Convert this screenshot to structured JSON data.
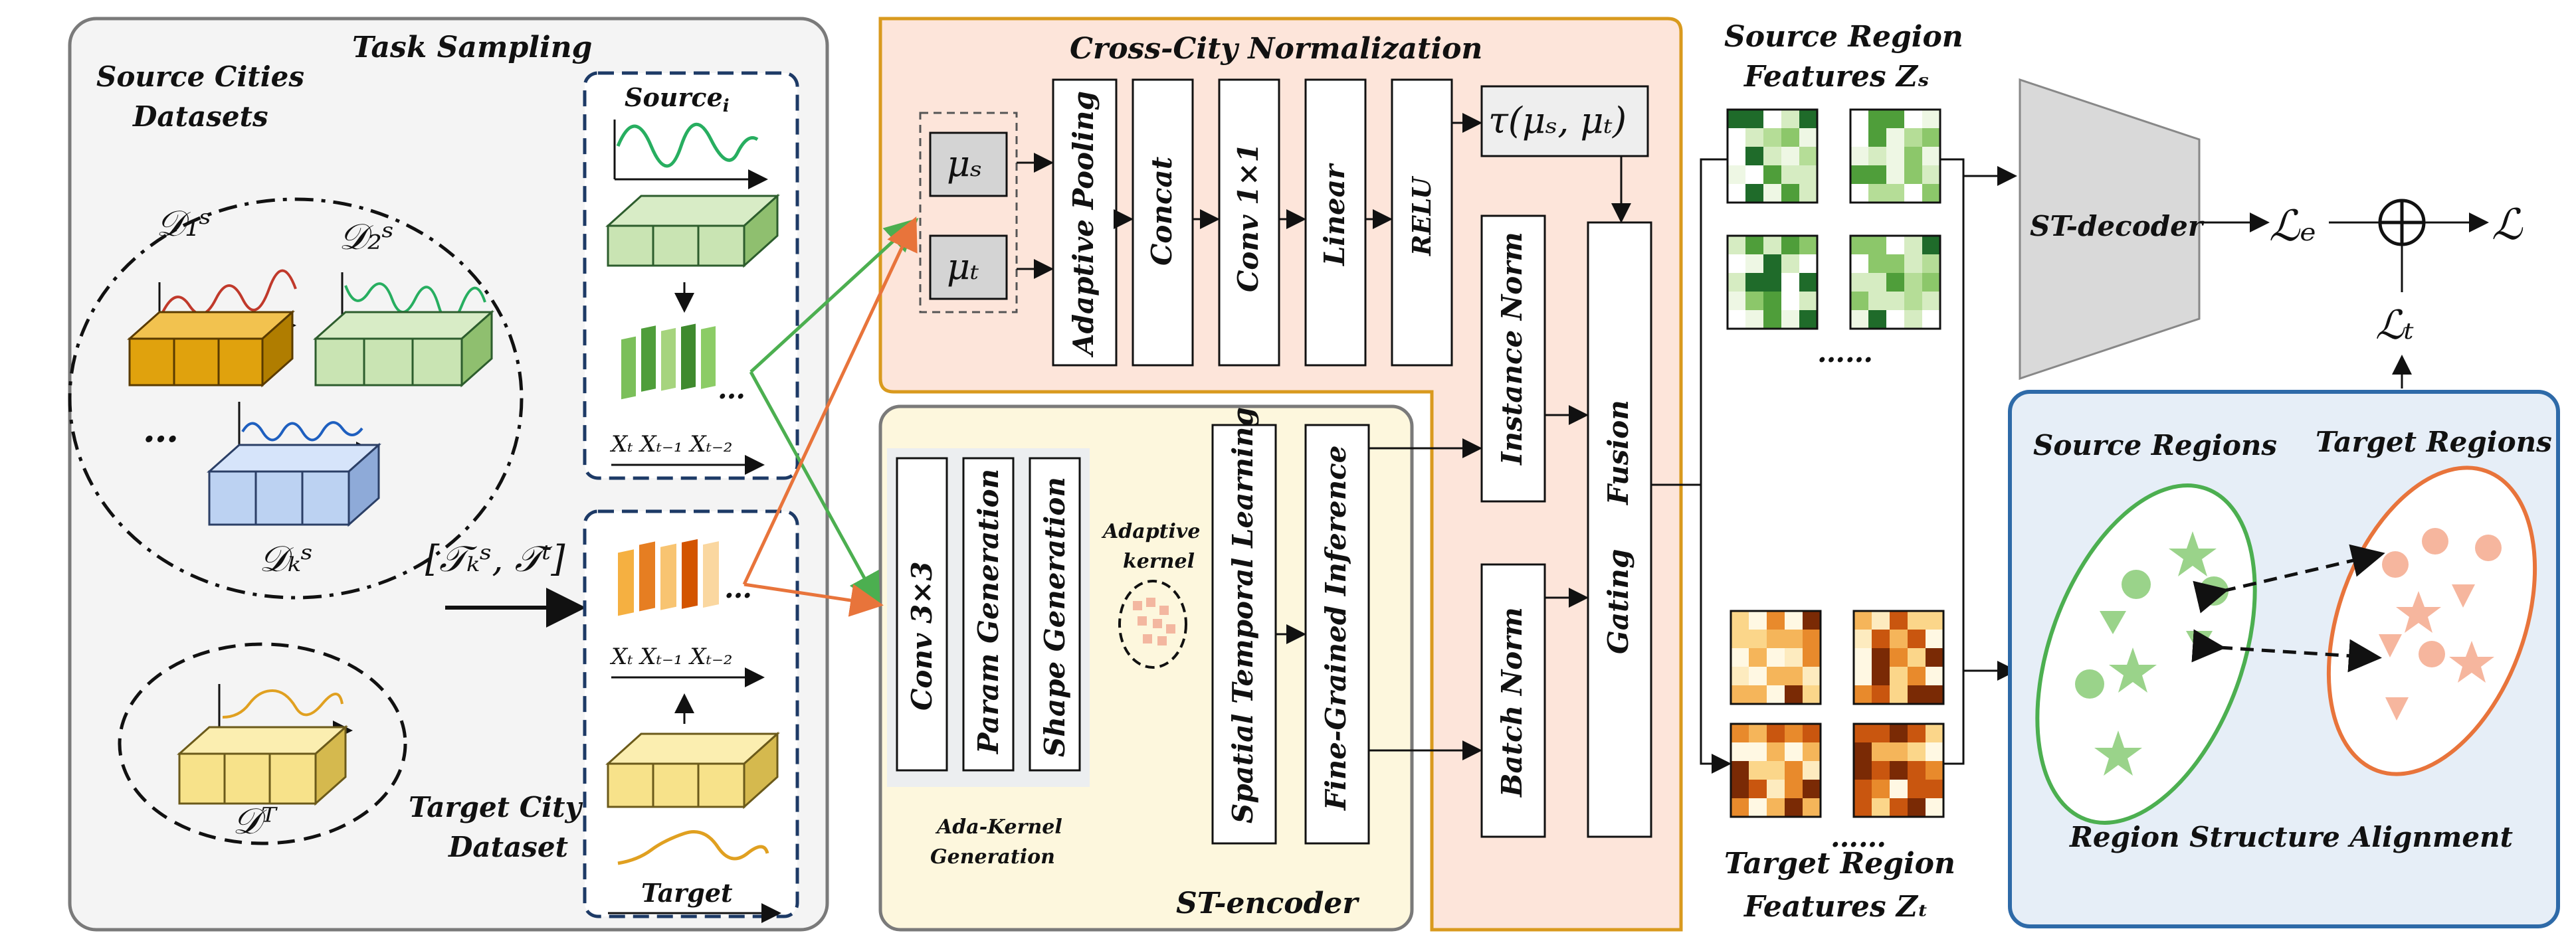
{
  "task_sampling": {
    "title": "Task Sampling",
    "source_cities": [
      "Source Cities",
      "Datasets"
    ],
    "d1": "𝒟₁ˢ",
    "d2": "𝒟₂ˢ",
    "dots": "…",
    "dK": "𝒟ₖˢ",
    "dT": "𝒟ᵀ",
    "target_city": [
      "Target City",
      "Dataset"
    ],
    "tasks": "[𝒯ₖˢ,  𝒯ᵗ]",
    "source_i": "Source",
    "source_sub": "i",
    "x_seq": "Xₜ Xₜ₋₁ Xₜ₋₂",
    "target": "Target",
    "ellipsis": "…"
  },
  "cross_city": {
    "title": "Cross-City Normalization",
    "mu_s": "μₛ",
    "mu_t": "μₜ",
    "blocks": [
      "Adaptive Pooling",
      "Concat",
      "Conv 1×1",
      "Linear",
      "RELU"
    ],
    "tau": "τ(μₛ, μₜ)",
    "instance_norm": "Instance Norm",
    "batch_norm": "Batch Norm",
    "fusion": "Fusion",
    "gating": "Gating"
  },
  "st_encoder": {
    "title": "ST-encoder",
    "blocks": [
      "Conv 3×3",
      "Param Generation",
      "Shape Generation"
    ],
    "ada_kernel_gen": [
      "Ada-Kernel",
      "Generation"
    ],
    "adaptive_kernel": [
      "Adaptive",
      "kernel"
    ],
    "spatial_temporal": "Spatial Temporal Learning",
    "fine_grained": "Fine-Grained Inference"
  },
  "features": {
    "source_title": [
      "Source Region",
      "Features Zₛ"
    ],
    "target_title": [
      "Target Region",
      "Features Zₜ"
    ],
    "dots": "……"
  },
  "decoder": {
    "label": "ST-decoder",
    "le": "ℒₑ",
    "oplus": "⊕",
    "l": "ℒ",
    "lt": "ℒₜ"
  },
  "alignment": {
    "title": "Region Structure Alignment",
    "source_regions": "Source Regions",
    "target_regions": "Target Regions"
  },
  "colors": {
    "green": "#4caf50",
    "orange": "#e8743b",
    "gold": "#d99a1e",
    "blue_border": "#2e6aa8",
    "panel_gray": "#f4f4f4",
    "panel_orange": "#fde5da",
    "panel_yellow": "#fdf7dd",
    "panel_blue": "#e6eef7"
  }
}
